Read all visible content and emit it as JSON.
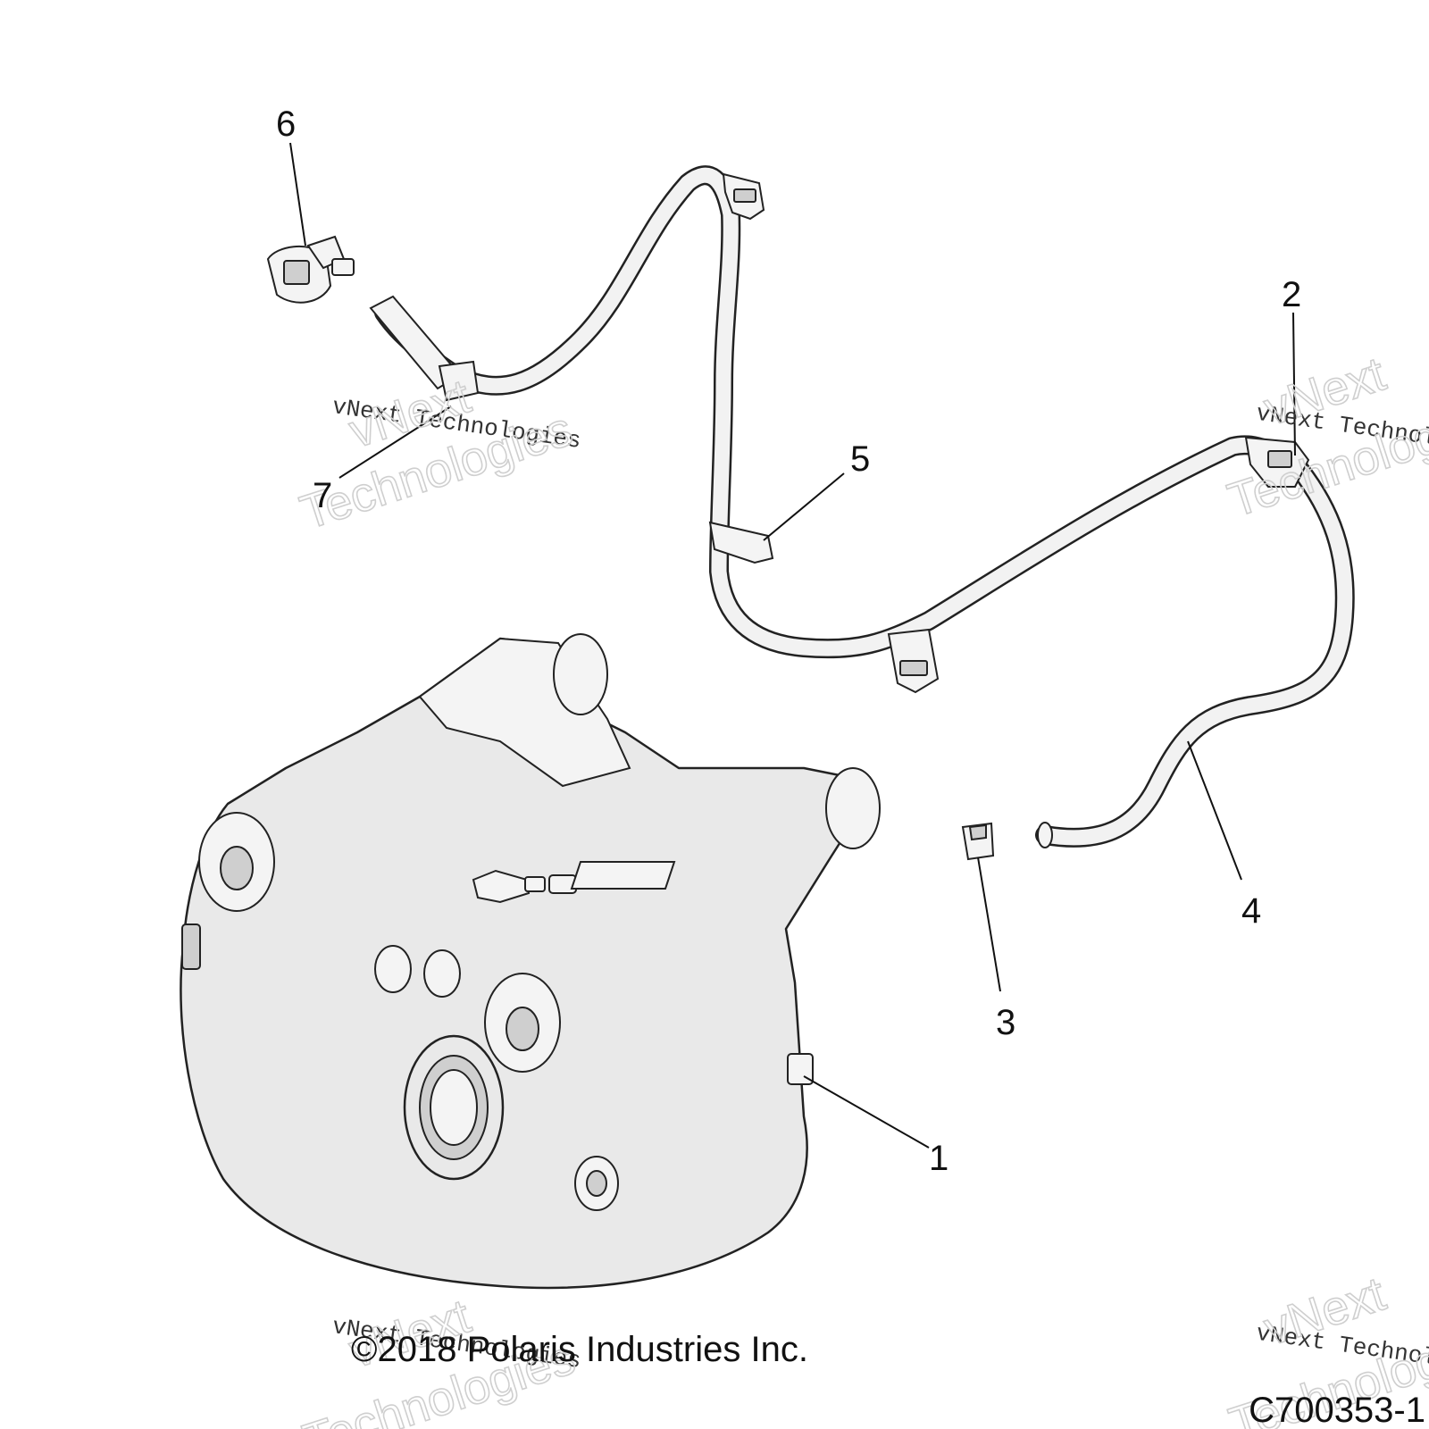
{
  "callouts": [
    "1",
    "2",
    "3",
    "4",
    "5",
    "6",
    "7"
  ],
  "watermark": {
    "script": "vNext Technologies",
    "outline_line1": "vNext",
    "outline_line2": "Technologies"
  },
  "footer": {
    "copyright": "©2018 Polaris Industries Inc.",
    "drawing_number": "C700353-1"
  }
}
